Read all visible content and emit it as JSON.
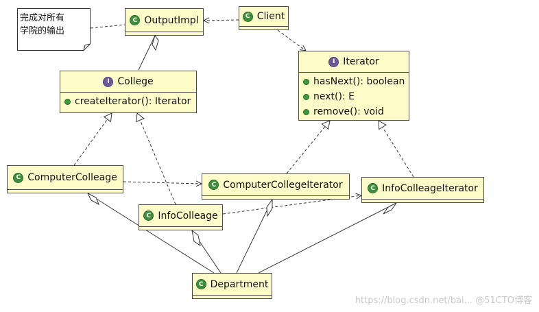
{
  "note": {
    "lines": [
      "完成对所有",
      "学院的输出"
    ]
  },
  "classes": {
    "output_impl": {
      "name": "OutputImpl",
      "stereotype": "class"
    },
    "client": {
      "name": "Client",
      "stereotype": "class"
    },
    "college": {
      "name": "College",
      "stereotype": "interface",
      "operations": [
        "createIterator(): Iterator"
      ]
    },
    "iterator": {
      "name": "Iterator",
      "stereotype": "interface",
      "operations": [
        "hasNext(): boolean",
        "next(): E",
        "remove(): void"
      ]
    },
    "computer_colleage": {
      "name": "ComputerColleage",
      "stereotype": "class"
    },
    "computer_college_iterator": {
      "name": "ComputerCollegeIterator",
      "stereotype": "class"
    },
    "info_colleage": {
      "name": "InfoColleage",
      "stereotype": "class"
    },
    "info_colleage_iterator": {
      "name": "InfoColleageIterator",
      "stereotype": "class"
    },
    "department": {
      "name": "Department",
      "stereotype": "class"
    }
  },
  "icons": {
    "class_badge": "class-icon",
    "interface_badge": "interface-icon",
    "operation": "public-operation-icon"
  },
  "colors": {
    "box_fill": "#fdfcc8",
    "border": "#4a4a4a",
    "class_badge": "#3f8f3f",
    "interface_badge": "#6a5a9a"
  },
  "watermark": "https://blog.csdn.net/bai... @51CTO博客"
}
